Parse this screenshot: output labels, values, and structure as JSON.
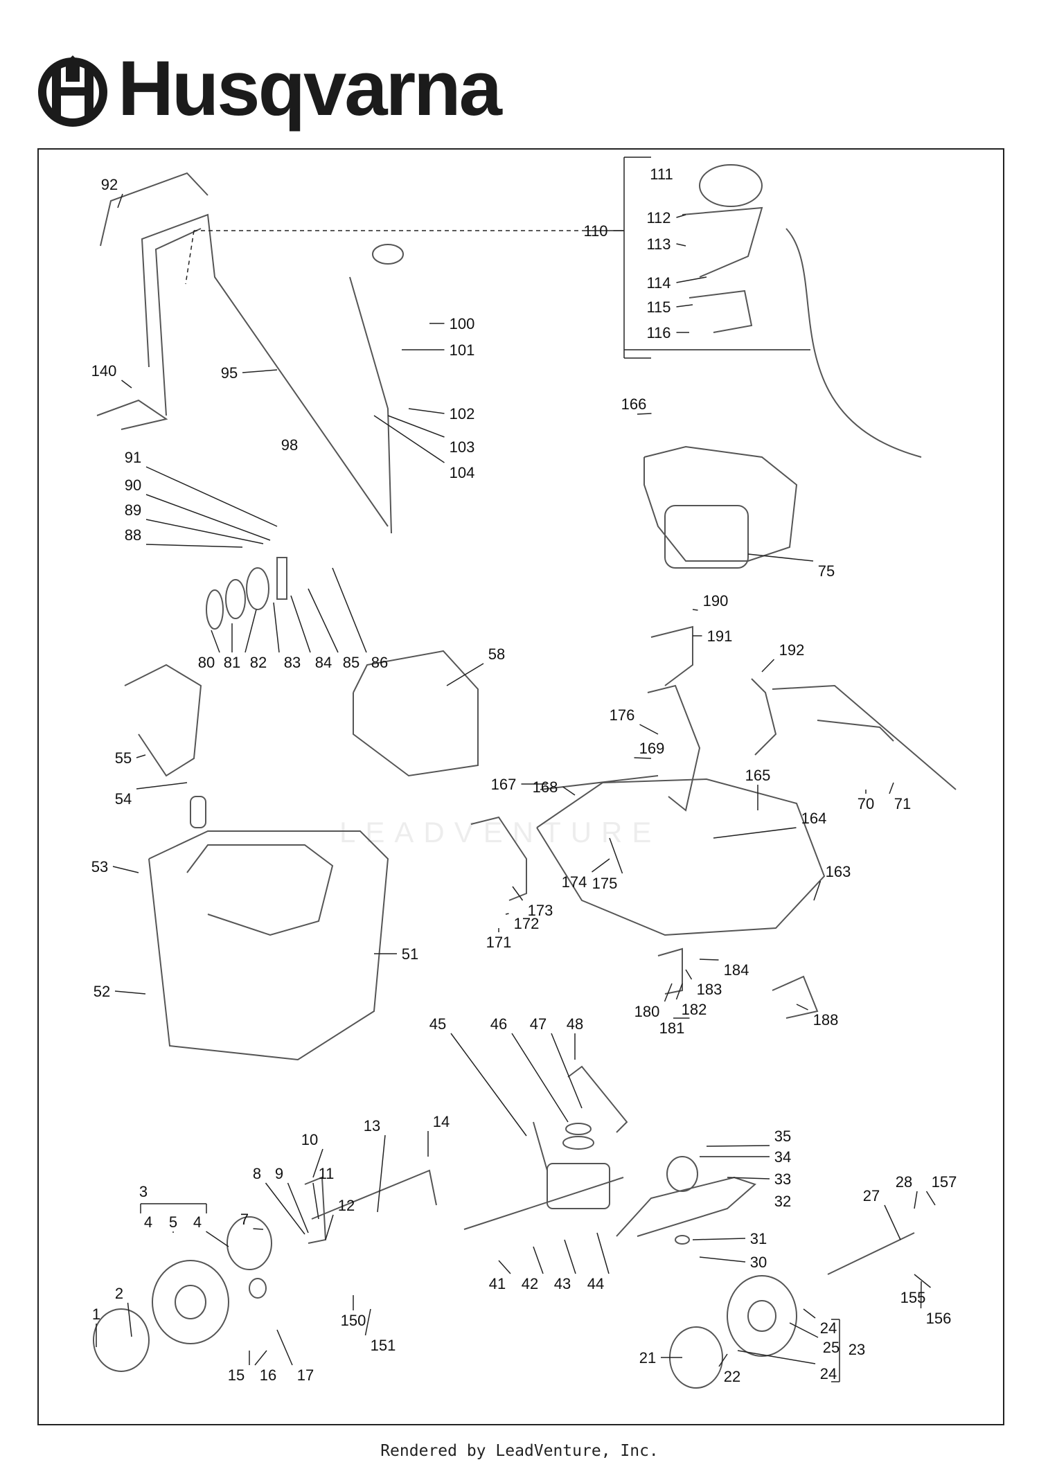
{
  "brand": {
    "name": "Husqvarna"
  },
  "footer": {
    "text": "Rendered by LeadVenture, Inc."
  },
  "watermark": {
    "text": "LEADVENTURE"
  },
  "colors": {
    "ink": "#111111",
    "outline": "#6b6b6b",
    "frame": "#222222"
  },
  "part_labels": [
    "1",
    "2",
    "3",
    "4",
    "5",
    "4",
    "7",
    "8",
    "9",
    "10",
    "11",
    "12",
    "13",
    "14",
    "15",
    "16",
    "17",
    "21",
    "22",
    "23",
    "24",
    "25",
    "24",
    "27",
    "28",
    "30",
    "31",
    "32",
    "33",
    "34",
    "35",
    "41",
    "42",
    "43",
    "44",
    "45",
    "46",
    "47",
    "48",
    "51",
    "52",
    "53",
    "54",
    "55",
    "58",
    "70",
    "71",
    "75",
    "80",
    "81",
    "82",
    "83",
    "84",
    "85",
    "86",
    "88",
    "89",
    "90",
    "91",
    "92",
    "95",
    "98",
    "100",
    "101",
    "102",
    "103",
    "104",
    "110",
    "111",
    "112",
    "113",
    "114",
    "115",
    "116",
    "140",
    "150",
    "151",
    "155",
    "156",
    "157",
    "163",
    "164",
    "165",
    "166",
    "167",
    "168",
    "169",
    "171",
    "172",
    "173",
    "174",
    "175",
    "176",
    "180",
    "181",
    "182",
    "183",
    "184",
    "188",
    "190",
    "191",
    "192"
  ]
}
